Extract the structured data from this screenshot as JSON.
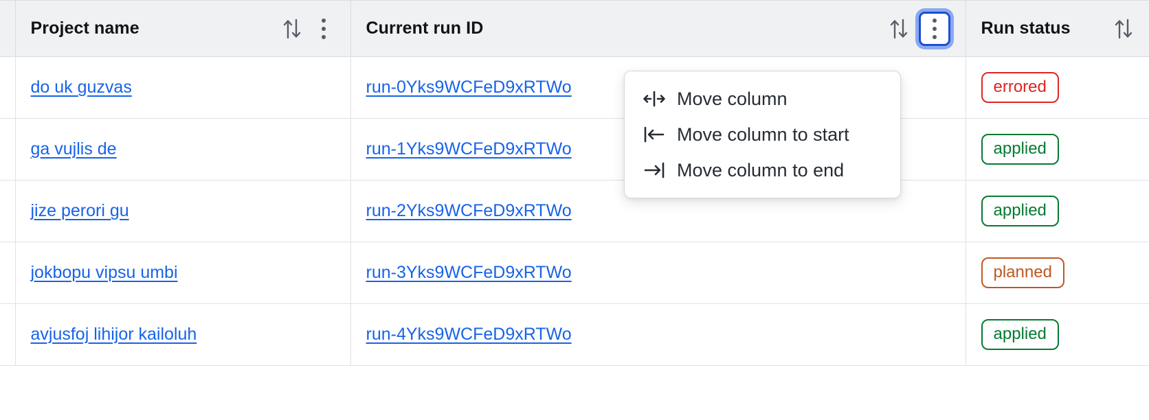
{
  "table": {
    "columns": [
      {
        "key": "select",
        "label": "",
        "sortable": false,
        "has_menu": false
      },
      {
        "key": "project_name",
        "label": "Project name",
        "sortable": true,
        "has_menu": true,
        "menu_open": false
      },
      {
        "key": "current_run_id",
        "label": "Current run ID",
        "sortable": true,
        "has_menu": true,
        "menu_open": true
      },
      {
        "key": "run_status",
        "label": "Run status",
        "sortable": true,
        "has_menu": false
      }
    ],
    "rows": [
      {
        "project_name": "do uk guzvas",
        "current_run_id": "run-0Yks9WCFeD9xRTWo",
        "run_status": "errored"
      },
      {
        "project_name": "ga vujlis de",
        "current_run_id": "run-1Yks9WCFeD9xRTWo",
        "run_status": "applied"
      },
      {
        "project_name": "jize perori gu",
        "current_run_id": "run-2Yks9WCFeD9xRTWo",
        "run_status": "applied"
      },
      {
        "project_name": "jokbopu vipsu umbi",
        "current_run_id": "run-3Yks9WCFeD9xRTWo",
        "run_status": "planned"
      },
      {
        "project_name": "avjusfoj lihijor kailoluh",
        "current_run_id": "run-4Yks9WCFeD9xRTWo",
        "run_status": "applied"
      }
    ],
    "icons": {
      "sort": "sort-arrows-icon",
      "column_menu": "kebab-menu-icon"
    }
  },
  "column_menu": {
    "items": [
      {
        "icon": "move-column-icon",
        "label": "Move column"
      },
      {
        "icon": "move-column-to-start-icon",
        "label": "Move column to start"
      },
      {
        "icon": "move-column-to-end-icon",
        "label": "Move column to end"
      }
    ]
  },
  "colors": {
    "link": "#1763e8",
    "status_errored": "#e02424",
    "status_applied": "#057a32",
    "status_planned": "#c05621",
    "focus_ring": "#1b4ed8",
    "header_bg": "#f0f1f3",
    "border": "#dfe1e5"
  }
}
